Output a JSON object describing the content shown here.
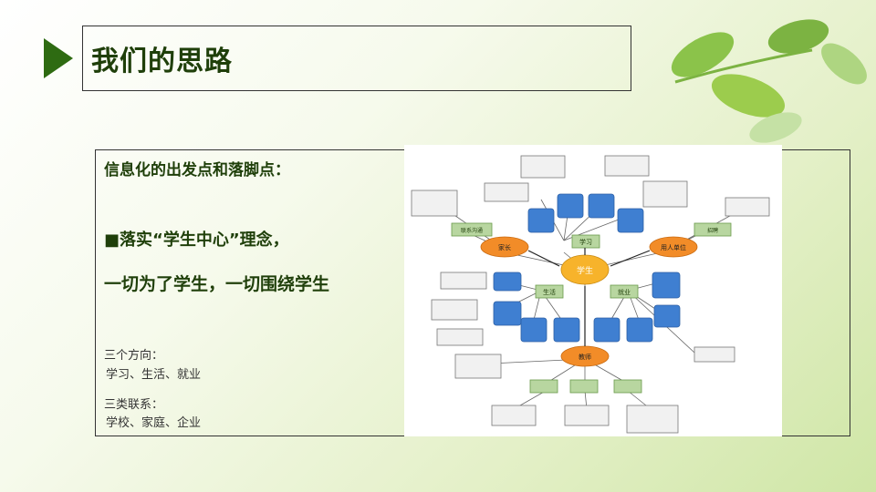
{
  "title": "我们的思路",
  "content": {
    "heading": "信息化的出发点和落脚点：",
    "bullet_marker": "■",
    "point": "落实“学生中心”理念，",
    "slogan": "一切为了学生，一切围绕学生",
    "directions_label": "三个方向：",
    "directions": "学习、生活、就业",
    "links_label": "三类联系：",
    "links": "学校、家庭、企业"
  },
  "diagram": {
    "center": "学生",
    "hubs": {
      "top": "学习",
      "left": "家长",
      "right": "用人单位",
      "bottom": "教师"
    },
    "labels": {
      "mid_left": "生活",
      "mid_right": "就业",
      "top_left": "联系沟通",
      "right_top": "招聘"
    },
    "colors": {
      "orange": "#f28c28",
      "center": "#f7b32b",
      "blue": "#3f7fd1",
      "green": "#b8d6a0"
    }
  }
}
